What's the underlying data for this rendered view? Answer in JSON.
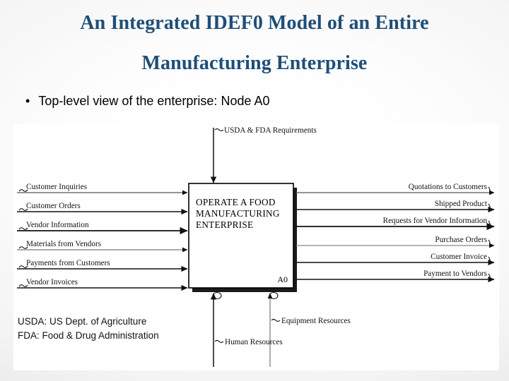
{
  "slide": {
    "title_lines": [
      "An Integrated IDEF0 Model of an Entire",
      "Manufacturing Enterprise"
    ],
    "title_color": "#1f4e79",
    "bullet": {
      "marker": "•",
      "text": "Top-level view of the enterprise: Node A0"
    }
  },
  "diagram": {
    "box": {
      "text_lines": [
        "OPERATE A FOOD",
        "MANUFACTURING",
        "ENTERPRISE"
      ],
      "node_id": "A0"
    },
    "control_inputs": [
      {
        "label": "USDA & FDA Requirements"
      }
    ],
    "inputs": [
      {
        "label": "Customer Inquiries"
      },
      {
        "label": "Customer Orders"
      },
      {
        "label": "Vendor Information"
      },
      {
        "label": "Materials from Vendors"
      },
      {
        "label": "Payments from Customers"
      },
      {
        "label": "Vendor Invoices"
      }
    ],
    "outputs": [
      {
        "label": "Quotations to Customers"
      },
      {
        "label": "Shipped Product"
      },
      {
        "label": "Requests for Vendor Information"
      },
      {
        "label": "Purchase Orders"
      },
      {
        "label": "Customer Invoice"
      },
      {
        "label": "Payment to Vendors"
      }
    ],
    "mechanisms": [
      {
        "label": "Human Resources"
      },
      {
        "label": "Equipment Resources"
      }
    ]
  },
  "legend": {
    "lines": [
      "USDA: US Dept. of Agriculture",
      "FDA: Food & Drug Administration"
    ]
  }
}
